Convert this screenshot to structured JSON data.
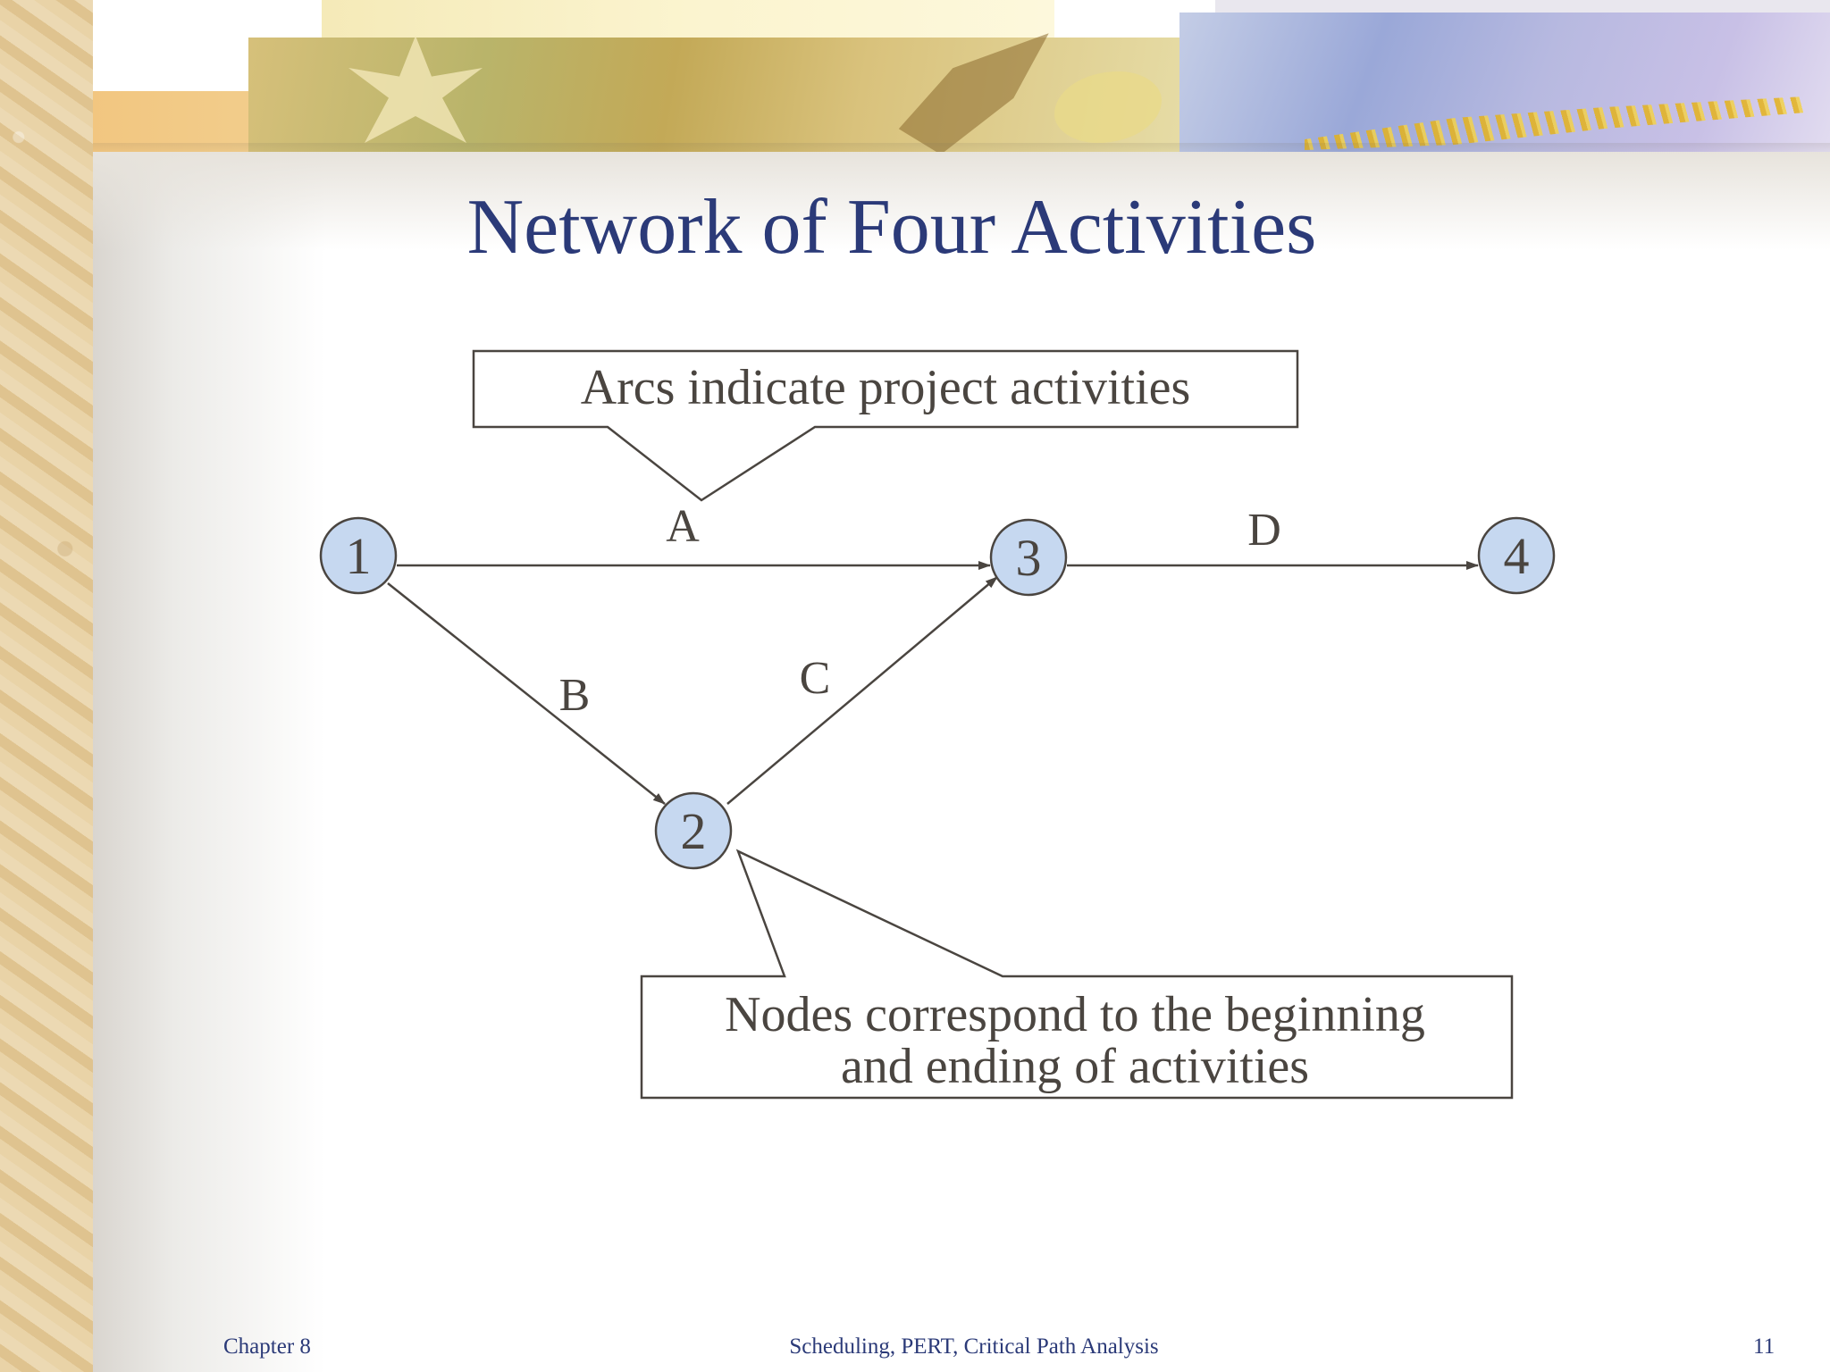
{
  "slide": {
    "title": "Network of Four Activities",
    "callout_arcs": "Arcs indicate project activities",
    "callout_nodes_line1": "Nodes correspond to the beginning",
    "callout_nodes_line2": "and ending of activities"
  },
  "diagram": {
    "nodes": [
      {
        "id": "1",
        "label": "1"
      },
      {
        "id": "2",
        "label": "2"
      },
      {
        "id": "3",
        "label": "3"
      },
      {
        "id": "4",
        "label": "4"
      }
    ],
    "arcs": [
      {
        "label": "A",
        "from": "1",
        "to": "3"
      },
      {
        "label": "B",
        "from": "1",
        "to": "2"
      },
      {
        "label": "C",
        "from": "2",
        "to": "3"
      },
      {
        "label": "D",
        "from": "3",
        "to": "4"
      }
    ],
    "node_fill": "#c6d8f0",
    "line_color": "#4a4540"
  },
  "footer": {
    "chapter": "Chapter 8",
    "course": "Scheduling, PERT, Critical Path Analysis",
    "page_number": "11"
  }
}
